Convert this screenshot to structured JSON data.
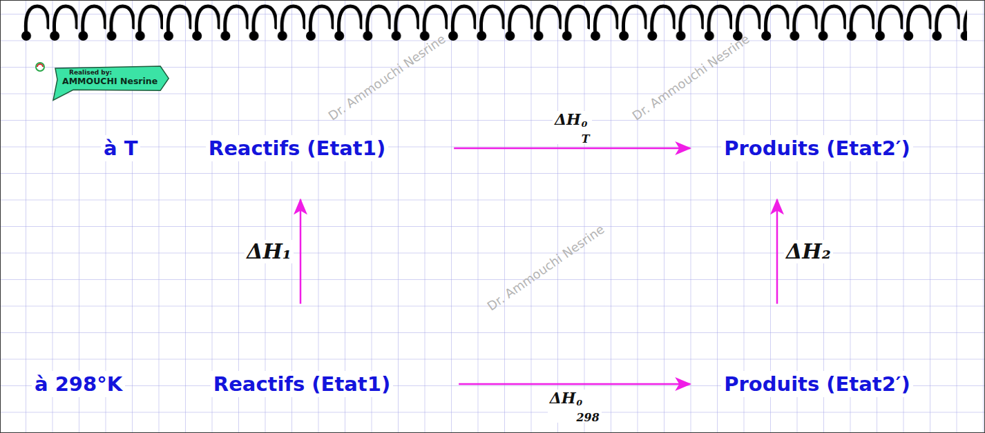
{
  "diagram": {
    "nodes": [
      {
        "text": [
          "Realised by:",
          "AMMOUCHI Nesrine"
        ]
      },
      {
        "text": [
          "Reactifs (Etat1)"
        ]
      },
      {
        "text": [
          "Produits (Etat2′)"
        ]
      },
      {
        "text": [
          "Reactifs (Etat1)"
        ]
      },
      {
        "text": [
          "Produits (Etat2′)"
        ]
      }
    ],
    "edges": [
      {
        "from": 1,
        "to": 2,
        "arrow": "to",
        "label": "ΔH⁰T"
      },
      {
        "from": 3,
        "to": 1,
        "arrow": "to",
        "label": "ΔH₁"
      },
      {
        "from": 4,
        "to": 2,
        "arrow": "to",
        "label": "ΔH₂"
      },
      {
        "from": 3,
        "to": 4,
        "arrow": "to",
        "label": "ΔH⁰298"
      }
    ],
    "labels": [
      "à T",
      "à 298°K",
      "Dr. Ammouchi Nesrine",
      "Dr. Ammouchi Nesrine",
      "Dr. Ammouchi Nesrine"
    ]
  }
}
